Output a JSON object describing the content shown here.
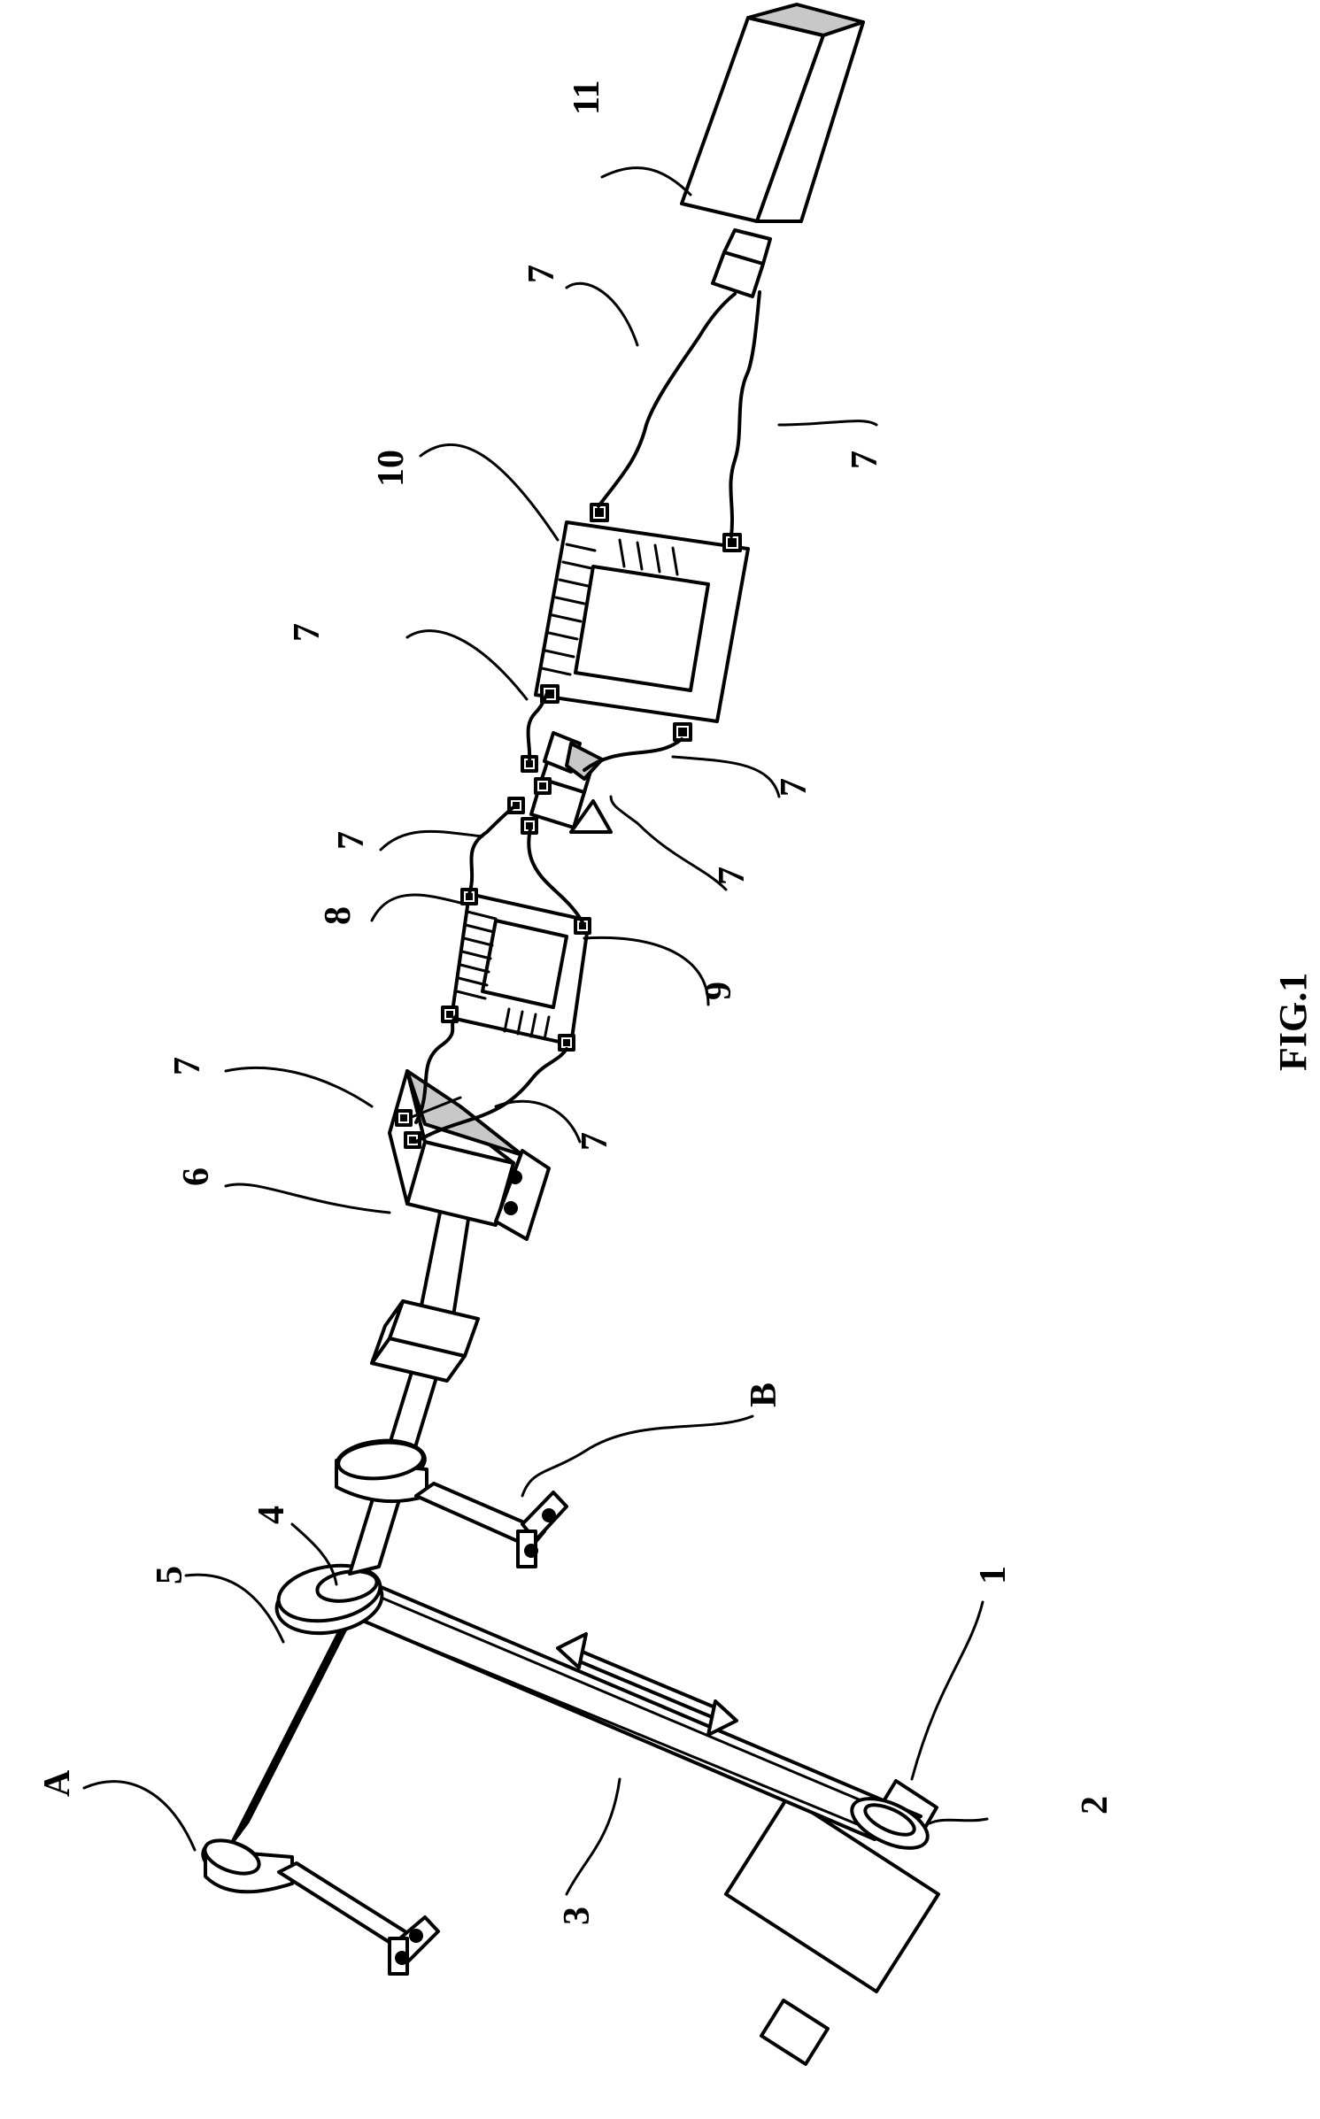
{
  "figure": {
    "caption": "FIG.1",
    "labels": {
      "A": "A",
      "B": "B",
      "n1": "1",
      "n2": "2",
      "n3": "3",
      "n4": "4",
      "n5": "5",
      "n6": "6",
      "n7": "7",
      "n8": "8",
      "n9": "9",
      "n10": "10",
      "n11": "11"
    }
  }
}
